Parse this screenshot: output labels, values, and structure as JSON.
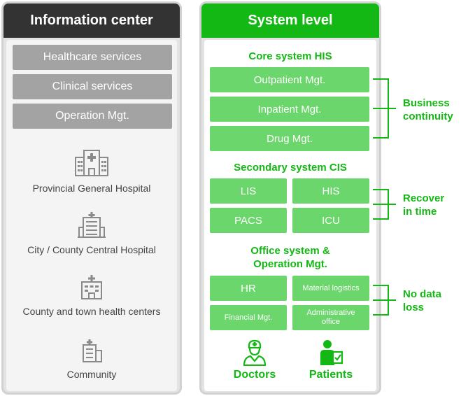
{
  "left": {
    "title": "Information center",
    "services": [
      "Healthcare services",
      "Clinical services",
      "Operation Mgt."
    ],
    "levels": [
      {
        "label": "Provincial General Hospital",
        "icon": "large-hospital-icon"
      },
      {
        "label": "City / County Central Hospital",
        "icon": "hospital-building-icon"
      },
      {
        "label": "County and town health centers",
        "icon": "health-center-icon"
      },
      {
        "label": "Community",
        "icon": "community-clinic-icon"
      }
    ]
  },
  "right": {
    "title": "System level",
    "core": {
      "title": "Core system HIS",
      "items": [
        "Outpatient Mgt.",
        "Inpatient Mgt.",
        "Drug Mgt."
      ]
    },
    "secondary": {
      "title": "Secondary system CIS",
      "items": [
        "LIS",
        "HIS",
        "PACS",
        "ICU"
      ]
    },
    "office": {
      "title_line1": "Office system &",
      "title_line2": "Operation Mgt.",
      "items": [
        "HR",
        "Material logistics",
        "Financial Mgt.",
        "Administrative office"
      ]
    },
    "people": [
      {
        "label": "Doctors",
        "icon": "doctor-icon"
      },
      {
        "label": "Patients",
        "icon": "patient-icon"
      }
    ]
  },
  "benefits": {
    "business": [
      "Business",
      "continuity"
    ],
    "recover": [
      "Recover",
      "in time"
    ],
    "noloss": [
      "No data",
      "loss"
    ]
  },
  "colors": {
    "green": "#14b814",
    "light_green": "#6bd66b",
    "dark": "#333333",
    "grey": "#a3a3a3"
  }
}
